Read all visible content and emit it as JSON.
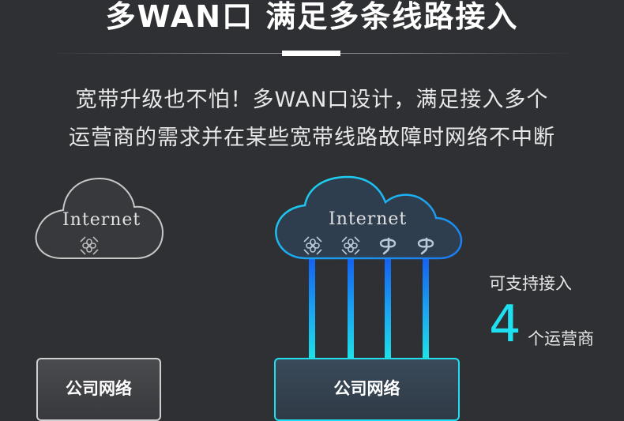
{
  "header": {
    "title": "多WAN口 满足多条线路接入"
  },
  "description": {
    "line1": "宽带升级也不怕！多WAN口设计，满足接入多个",
    "line2": "运营商的需求并在某些宽带线路故障时网络不中断"
  },
  "left_diagram": {
    "cloud_label": "Internet",
    "icons": [
      "unicom-logo-icon"
    ],
    "box_label": "公司网络"
  },
  "right_diagram": {
    "cloud_label": "Internet",
    "icons": [
      "unicom-logo-icon",
      "unicom-logo-icon",
      "telecom-logo-icon",
      "telecom-logo-icon"
    ],
    "box_label": "公司网络"
  },
  "support": {
    "prefix": "可支持接入",
    "number": "4",
    "suffix": "个运营商"
  },
  "colors": {
    "background": "#2f3033",
    "accent_cyan": "#1ee0f0",
    "accent_blue": "#1a6cf0",
    "text": "#ffffff"
  }
}
